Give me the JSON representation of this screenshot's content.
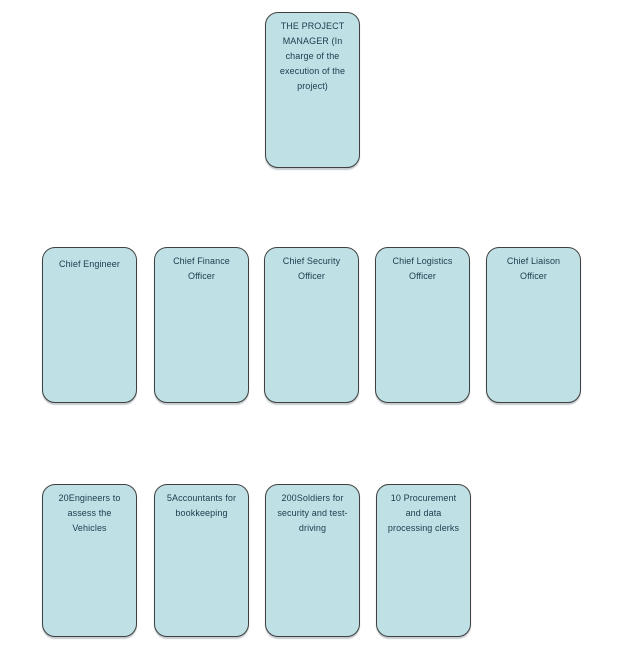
{
  "diagram": {
    "type": "org-chart",
    "background_color": "#ffffff",
    "node_fill_color": "#bfe0e4",
    "node_border_color": "#404040",
    "node_text_color": "#1f3a4e",
    "nodes": [
      {
        "id": "project-manager",
        "tier": "top",
        "label": "THE PROJECT MANAGER (In charge of the execution of the project)"
      },
      {
        "id": "chief-engineer",
        "tier": "middle",
        "label": "Chief Engineer"
      },
      {
        "id": "chief-finance-officer",
        "tier": "middle",
        "label": "Chief Finance Officer"
      },
      {
        "id": "chief-security-officer",
        "tier": "middle",
        "label": "Chief Security Officer"
      },
      {
        "id": "chief-logistics-officer",
        "tier": "middle",
        "label": "Chief Logistics Officer"
      },
      {
        "id": "chief-liaison-officer",
        "tier": "middle",
        "label": "Chief Liaison Officer"
      },
      {
        "id": "engineers",
        "tier": "bottom",
        "label": "20Engineers to assess the Vehicles"
      },
      {
        "id": "accountants",
        "tier": "bottom",
        "label": "5Accountants for bookkeeping"
      },
      {
        "id": "soldiers",
        "tier": "bottom",
        "label": "200Soldiers for security and test-driving"
      },
      {
        "id": "procurement-clerks",
        "tier": "bottom",
        "label": "10 Procurement and data processing clerks"
      }
    ]
  }
}
